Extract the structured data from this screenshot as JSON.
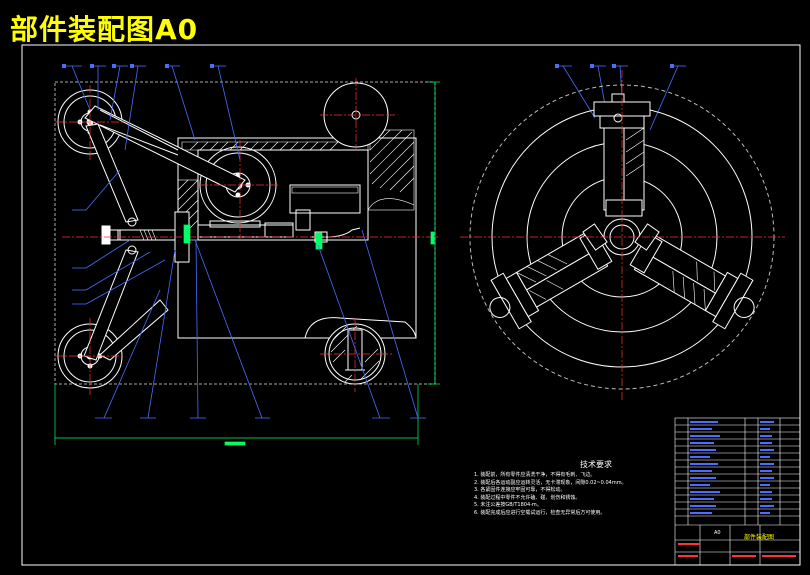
{
  "title": "部件装配图A0",
  "technical_requirements": {
    "heading": "技术要求",
    "items": [
      "1. 装配前，所有零件应清洗干净，不得有毛刺、飞边。",
      "2. 装配后各运动副应运转灵活，无卡滞现象，间隙0.02~0.04mm。",
      "3. 各紧固件连接应牢固可靠，不得松动。",
      "4. 装配过程中零件不允许磕、碰、划伤和锈蚀。",
      "5. 未注公差按GB/T1804-m。",
      "6. 装配完成后应进行空载试运行，检查无异常后方可使用。"
    ]
  },
  "title_block": {
    "label": "A0",
    "drawing_name": "部件装配图"
  },
  "colors": {
    "background": "#000000",
    "outline": "#ffffff",
    "part": "#ffffff",
    "center_line": "#ff3030",
    "dimension": "#00ff66",
    "leader": "#4a6cff",
    "title": "#ffff00"
  }
}
